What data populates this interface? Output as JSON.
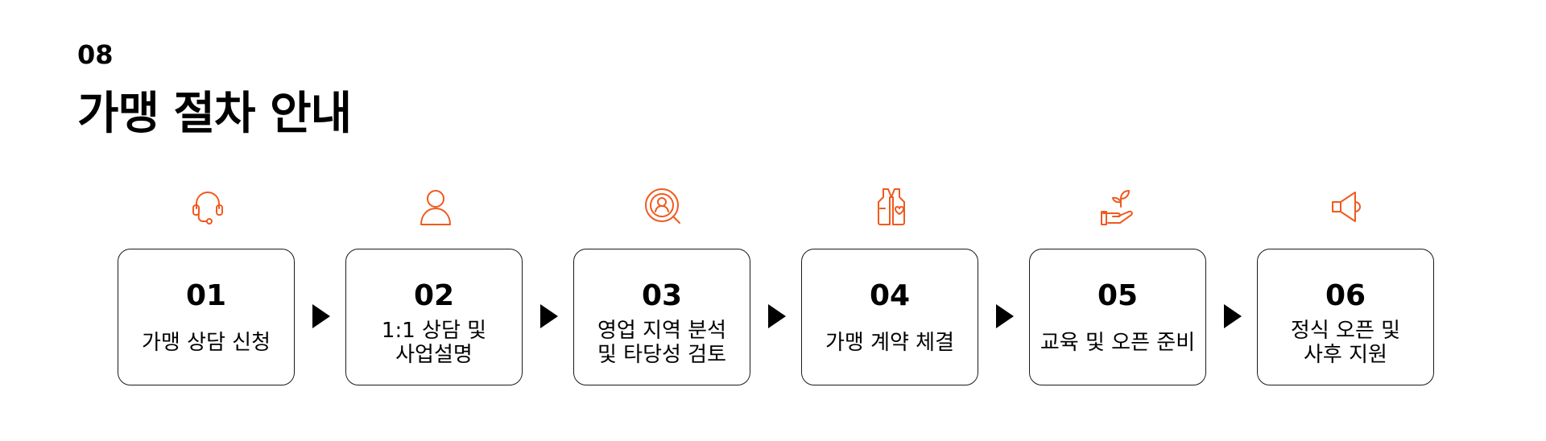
{
  "header": {
    "section_number": "08",
    "title": "가맹 절차 안내"
  },
  "colors": {
    "accent": "#f05a1e",
    "text": "#000000",
    "border": "#1a1a1a"
  },
  "steps": [
    {
      "number": "01",
      "label": "가맹 상담 신청",
      "icon": "headset-icon"
    },
    {
      "number": "02",
      "label": "1:1 상담 및\n사업설명",
      "icon": "person-icon"
    },
    {
      "number": "03",
      "label": "영업 지역 분석\n및 타당성 검토",
      "icon": "search-person-icon"
    },
    {
      "number": "04",
      "label": "가맹 계약 체결",
      "icon": "vest-heart-icon"
    },
    {
      "number": "05",
      "label": "교육 및 오픈 준비",
      "icon": "hand-sprout-icon"
    },
    {
      "number": "06",
      "label": "정식 오픈 및\n사후 지원",
      "icon": "megaphone-icon"
    }
  ]
}
